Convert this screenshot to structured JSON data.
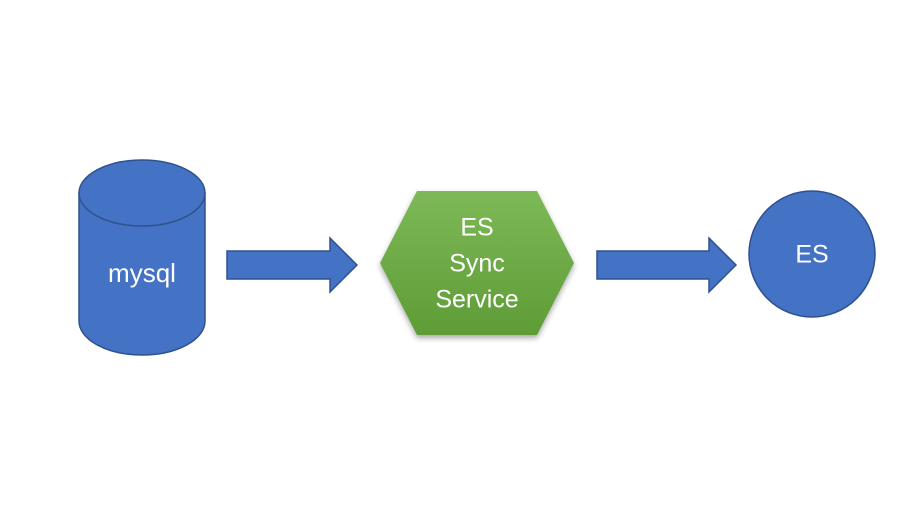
{
  "diagram": {
    "nodes": {
      "mysql": {
        "label": "mysql",
        "shape": "cylinder-icon"
      },
      "sync": {
        "label_lines": [
          "ES",
          "Sync",
          "Service"
        ],
        "shape": "hexagon-icon"
      },
      "es": {
        "label": "ES",
        "shape": "circle-icon"
      }
    },
    "edges": [
      {
        "from": "mysql",
        "to": "sync"
      },
      {
        "from": "sync",
        "to": "es"
      }
    ],
    "colors": {
      "blue_fill": "#4472C4",
      "blue_stroke": "#2F528F",
      "green_top": "#7DB957",
      "green_bottom": "#5E9C36",
      "text": "#FFFFFF"
    }
  }
}
